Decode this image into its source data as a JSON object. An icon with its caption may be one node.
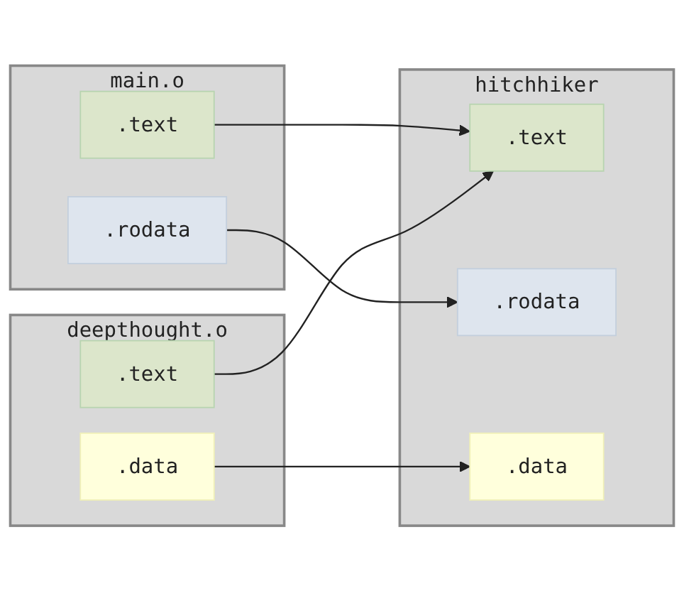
{
  "diagram": {
    "nodes": [
      {
        "text": [
          "main.o"
        ]
      },
      {
        "text": [
          ".text"
        ],
        "in": 0
      },
      {
        "text": [
          ".rodata"
        ],
        "in": 0
      },
      {
        "text": [
          "deepthought.o"
        ]
      },
      {
        "text": [
          ".text"
        ],
        "in": 3
      },
      {
        "text": [
          ".data"
        ],
        "in": 3
      },
      {
        "text": [
          "hitchhiker"
        ]
      },
      {
        "text": [
          ".text"
        ],
        "in": 6
      },
      {
        "text": [
          ".rodata"
        ],
        "in": 6
      },
      {
        "text": [
          ".data"
        ],
        "in": 6
      }
    ],
    "edges": [
      {
        "from": 1,
        "to": 7,
        "arrow": "to"
      },
      {
        "from": 2,
        "to": 8,
        "arrow": "to"
      },
      {
        "from": 4,
        "to": 7,
        "arrow": "to"
      },
      {
        "from": 5,
        "to": 9,
        "arrow": "to"
      }
    ]
  }
}
